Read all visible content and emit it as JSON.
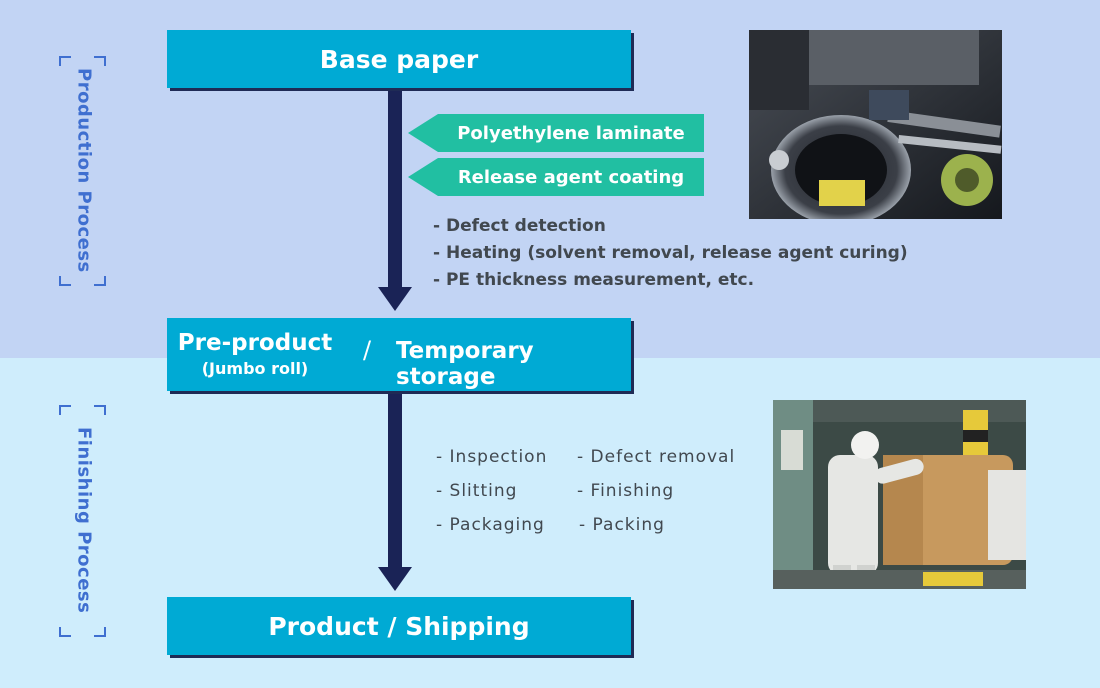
{
  "sections": {
    "production": "Production Process",
    "finishing": "Finishing Process"
  },
  "stages": {
    "base_paper": "Base paper",
    "pre_product": "Pre-product",
    "pre_product_sub": "(Jumbo roll)",
    "separator": "/",
    "temporary_storage": "Temporary storage",
    "product_shipping": "Product / Shipping"
  },
  "processes": [
    "Polyethylene laminate",
    "Release agent coating"
  ],
  "production_notes": [
    "- Defect detection",
    "- Heating (solvent removal, release agent curing)",
    "- PE thickness measurement, etc."
  ],
  "finishing_tasks": [
    "- Inspection",
    "- Defect removal",
    "- Slitting",
    "- Finishing",
    "- Packaging",
    "- Packing"
  ],
  "colors": {
    "stage": "#00aad4",
    "process": "#21bfa2",
    "arrow": "#1a2356",
    "top_band": "#c2d4f4",
    "bottom_band": "#cfedfc",
    "section_label": "#3f6fd0"
  }
}
